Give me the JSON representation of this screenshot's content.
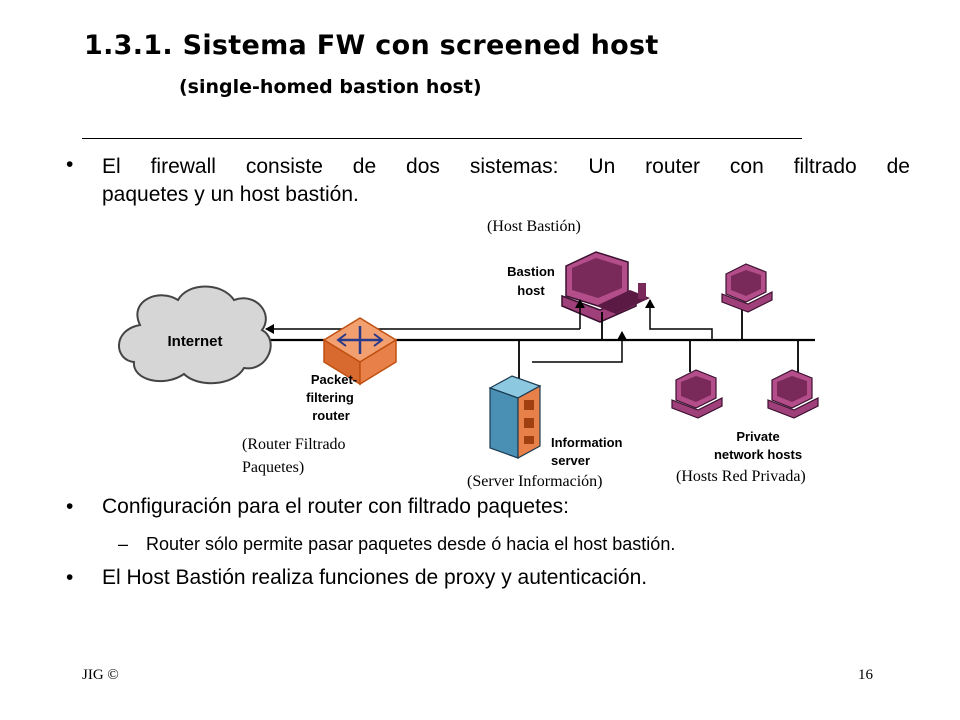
{
  "slide": {
    "title_main": "1.3.1. Sistema FW con screened host",
    "title_sub": "(single-homed bastion host)",
    "bullets": [
      {
        "bullet": "•",
        "line1": "El firewall consiste de dos sistemas: Un router con filtrado de",
        "line2": "paquetes y un host bastión."
      },
      {
        "bullet": "•",
        "text": "Configuración para el router con filtrado paquetes:"
      },
      {
        "bullet": "•",
        "text": "El Host Bastión realiza funciones de proxy  y autenticación."
      }
    ],
    "sub_bullet": {
      "dash": "–",
      "text": "Router sólo permite pasar paquetes desde ó hacia el host bastión."
    },
    "footer_left": "JIG ©",
    "footer_right": "16"
  },
  "diagram": {
    "internet_label": "Internet",
    "router_label_1": "Packet-",
    "router_label_2": "filtering",
    "router_label_3": "router",
    "router_es_1": "(Router Filtrado",
    "router_es_2": "Paquetes)",
    "bastion_es": "(Host Bastión)",
    "bastion_label_1": "Bastion",
    "bastion_label_2": "host",
    "server_label_1": "Information",
    "server_label_2": "server",
    "server_es": "(Server Información)",
    "private_label_1": "Private",
    "private_label_2": "network hosts",
    "private_es": "(Hosts Red Privada)",
    "colors": {
      "router": "#f08040",
      "router_edge": "#c05010",
      "host": "#a0407a",
      "server": "#5fa8c8",
      "server_accent": "#f08040",
      "cloud": "#d8d8d8"
    }
  }
}
